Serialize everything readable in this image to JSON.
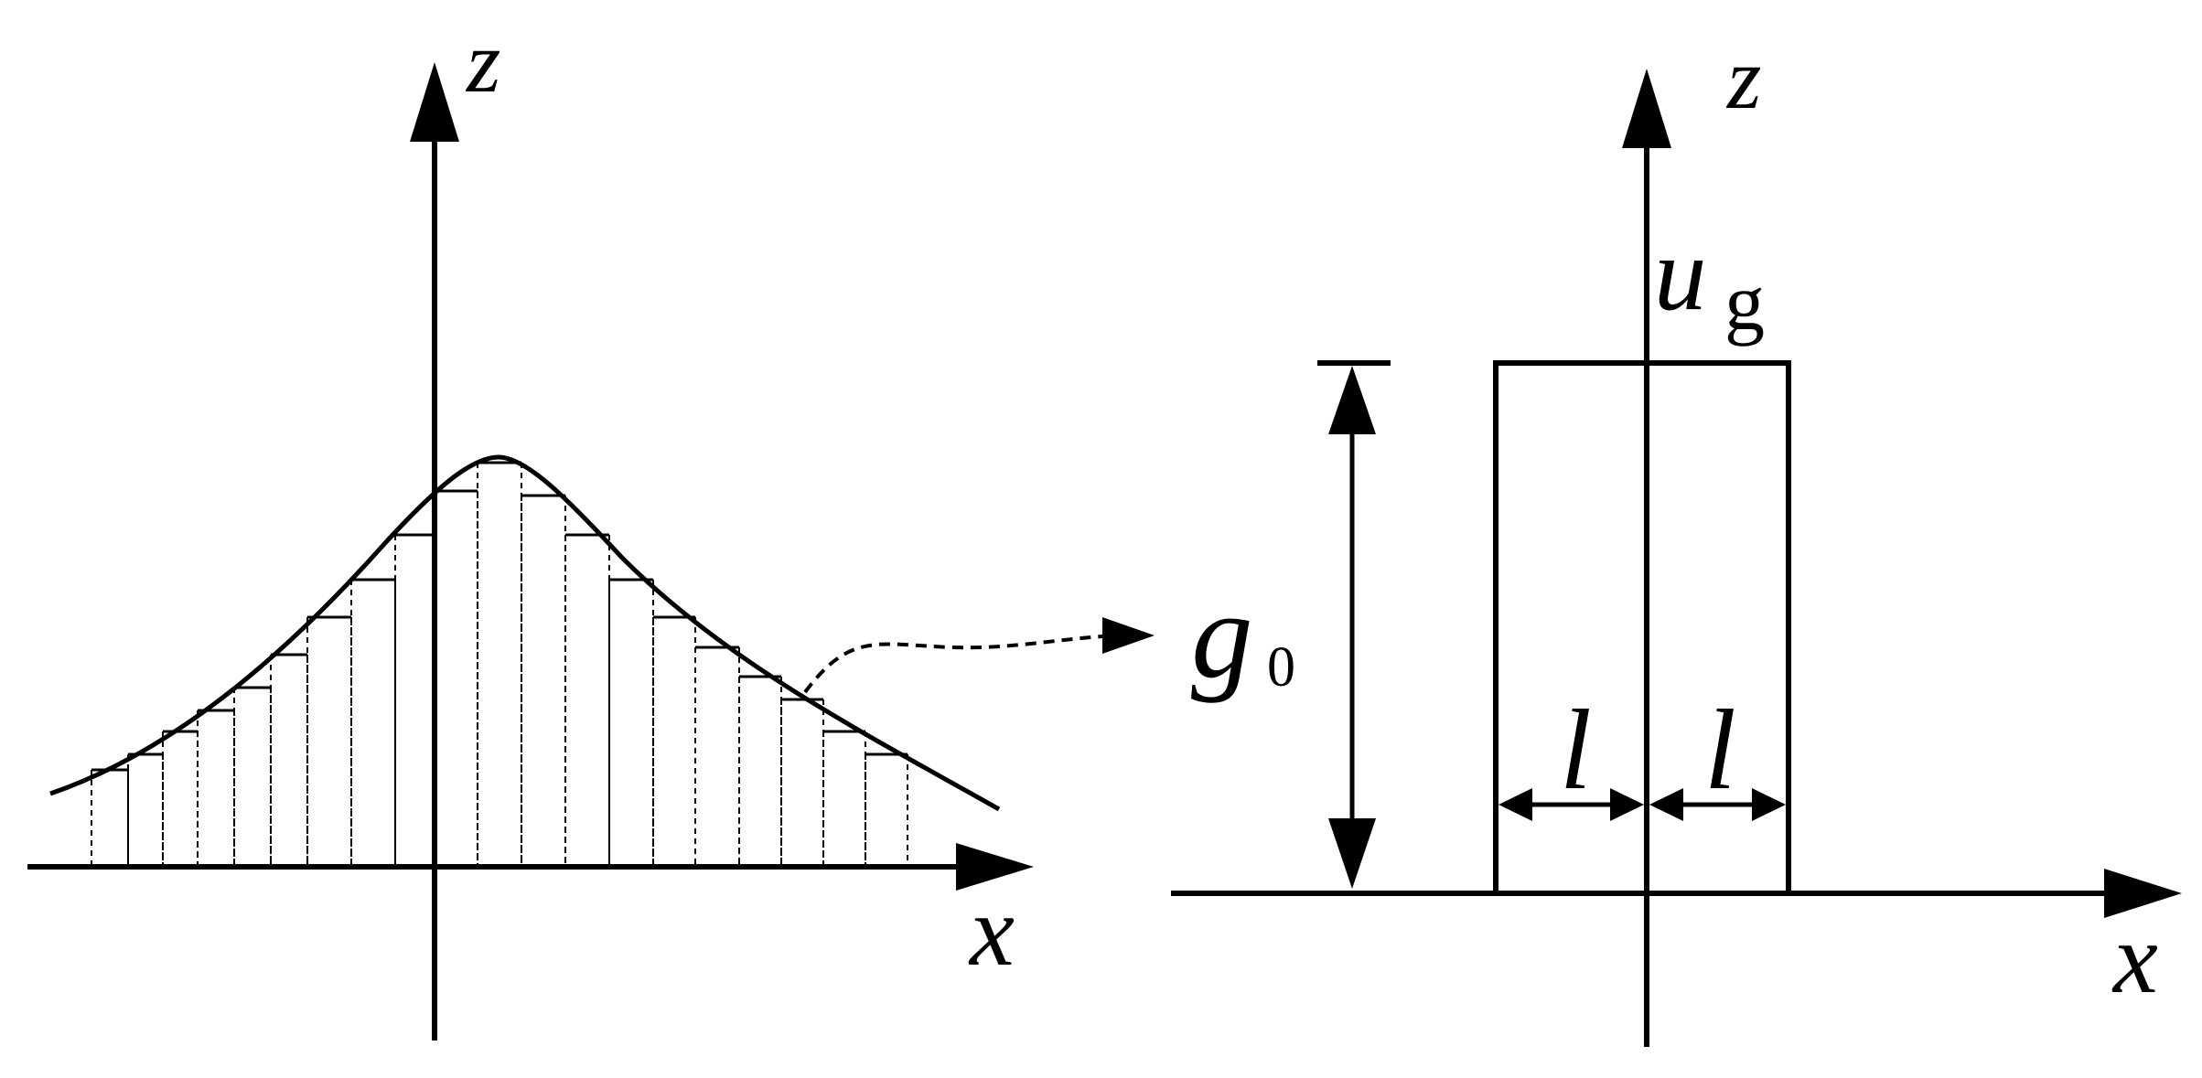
{
  "left_panel": {
    "z_label": "z",
    "x_label": "x"
  },
  "right_panel": {
    "z_label": "z",
    "x_label": "x",
    "u_label": "u",
    "u_sub": "g",
    "g_label": "g",
    "g_sub": "0",
    "l_left": "l",
    "l_right": "l"
  },
  "colors": {
    "stroke": "#000000",
    "background": "#ffffff"
  }
}
